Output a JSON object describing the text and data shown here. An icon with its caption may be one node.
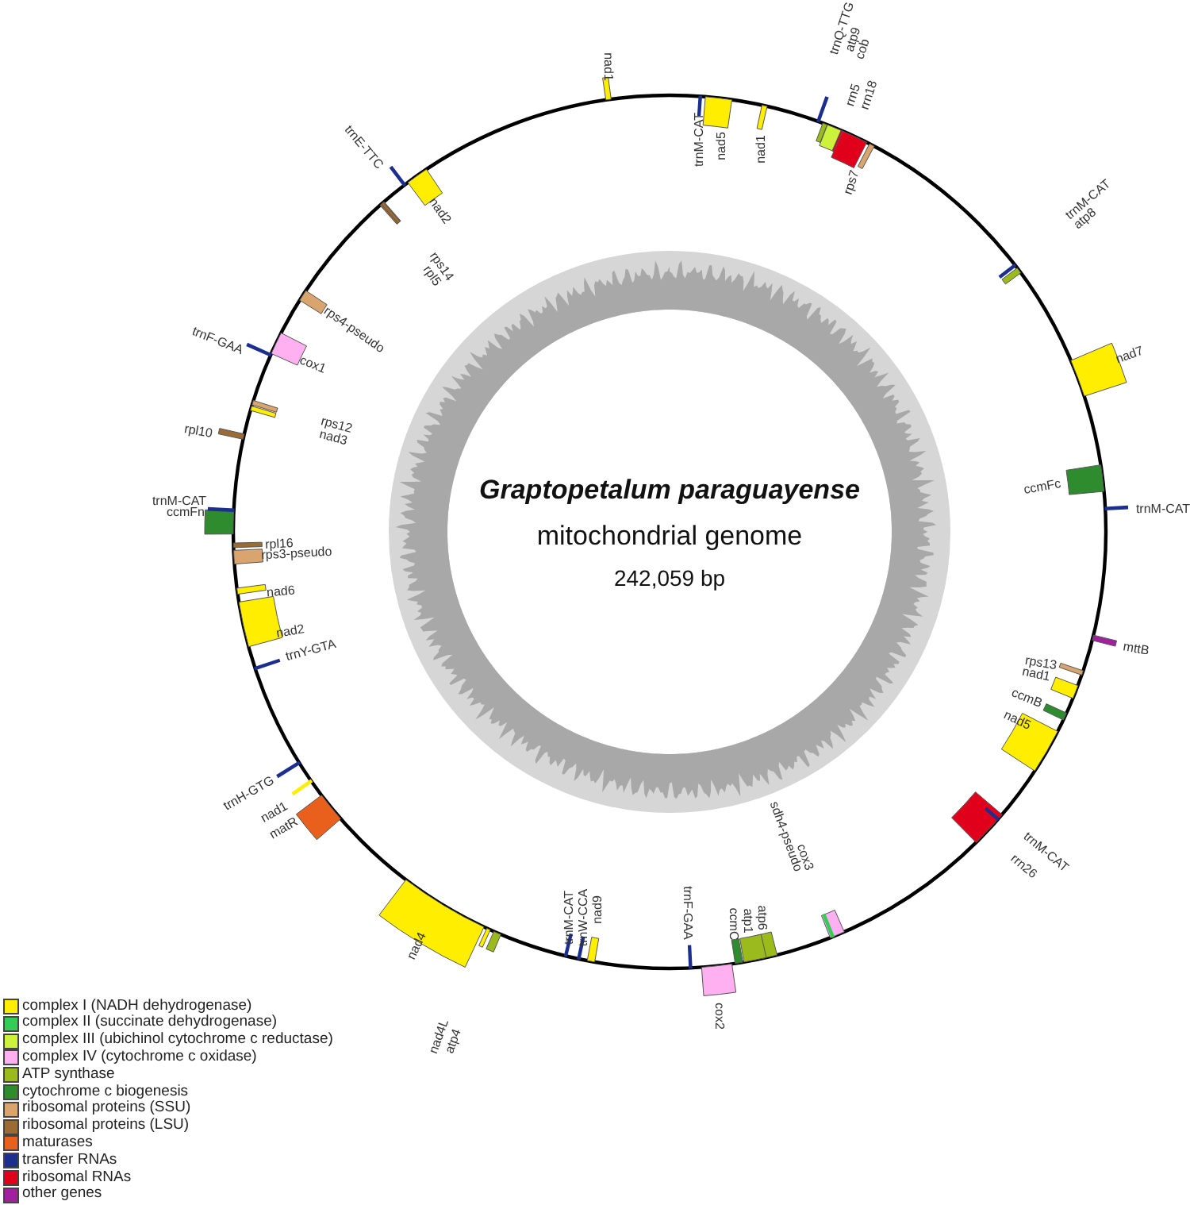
{
  "diagram": {
    "title": "Graptopetalum paraguayense",
    "labels": [
      "mitochondrial genome",
      "242,059 bp",
      "nad1",
      "trnM-CAT",
      "nad5",
      "nad1",
      "trnQ-TTG",
      "atp9",
      "cob",
      "rrn5",
      "rrn18",
      "rps7",
      "trnM-CAT",
      "atp8",
      "nad7",
      "ccmFc",
      "trnM-CAT",
      "mttB",
      "rps13",
      "nad1",
      "ccmB",
      "nad5",
      "trnM-CAT",
      "rrn26",
      "cox3",
      "sdh4-pseudo",
      "atp6",
      "atp1",
      "ccmC",
      "trnF-GAA",
      "cox2",
      "nad9",
      "trnW-CCA",
      "trnM-CAT",
      "nad4",
      "nad4L",
      "atp4",
      "trnH-GTG",
      "nad1",
      "matR",
      "trnY-GTA",
      "nad2",
      "nad6",
      "rpl16",
      "rps3-pseudo",
      "trnM-CAT",
      "ccmFn",
      "rpl10",
      "rps12",
      "nad3",
      "trnF-GAA",
      "cox1",
      "rps4-pseudo",
      "rps14",
      "rpl5",
      "trnE-TTC",
      "nad2"
    ],
    "legend": [
      {
        "text": "complex I (NADH dehydrogenase)",
        "color": "#ffee00"
      },
      {
        "text": "complex II (succinate dehydrogenase)",
        "color": "#33cc55"
      },
      {
        "text": "complex III (ubichinol cytochrome c reductase)",
        "color": "#ccf23c"
      },
      {
        "text": "complex IV (cytochrome c oxidase)",
        "color": "#ffb0f0"
      },
      {
        "text": "ATP synthase",
        "color": "#9bbb1c"
      },
      {
        "text": "cytochrome c biogenesis",
        "color": "#2e8b2e"
      },
      {
        "text": "ribosomal proteins (SSU)",
        "color": "#d9a46e"
      },
      {
        "text": "ribosomal proteins (LSU)",
        "color": "#9a6b35"
      },
      {
        "text": "maturases",
        "color": "#e8601c"
      },
      {
        "text": "transfer RNAs",
        "color": "#1c2f8f"
      },
      {
        "text": "ribosomal RNAs",
        "color": "#e0001c"
      },
      {
        "text": "other genes",
        "color": "#a0209e"
      }
    ]
  }
}
